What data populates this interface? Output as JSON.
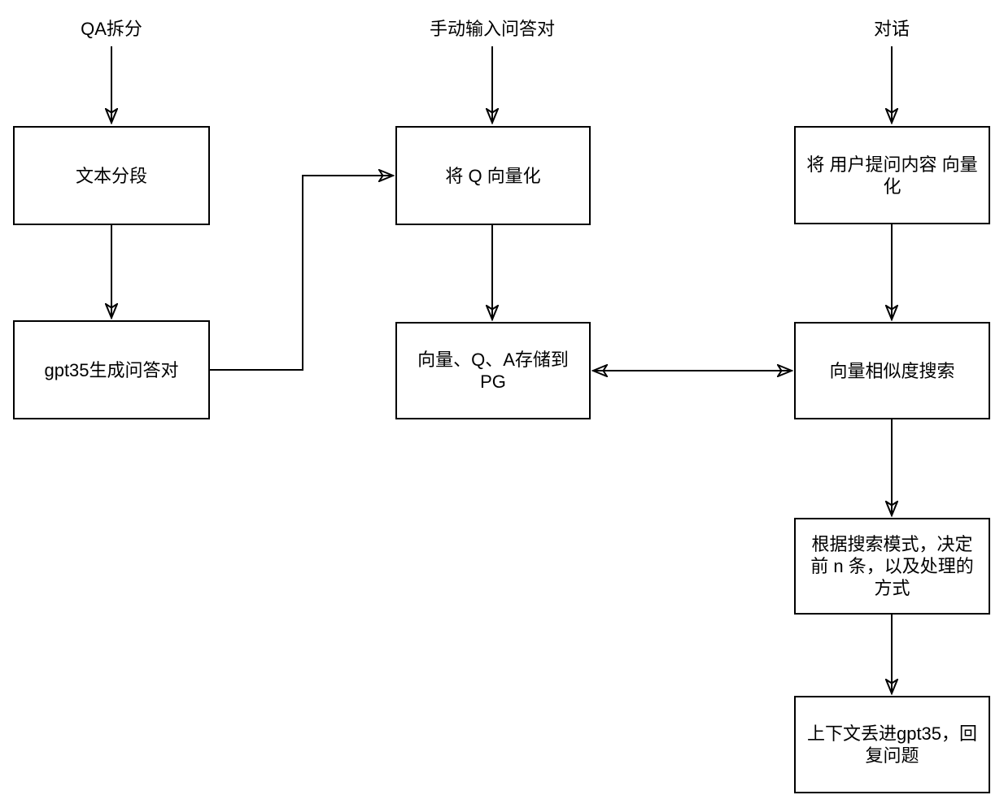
{
  "diagram": {
    "background_color": "#ffffff",
    "stroke_color": "#000000",
    "text_color": "#000000",
    "entry_labels": [
      {
        "id": "qa-split",
        "text": "QA拆分"
      },
      {
        "id": "manual-input",
        "text": "手动输入问答对"
      },
      {
        "id": "dialog",
        "text": "对话"
      }
    ],
    "nodes": [
      {
        "id": "text-segmentation",
        "text": "文本分段"
      },
      {
        "id": "gpt35-generate-qa",
        "text": "gpt35生成问答对"
      },
      {
        "id": "vectorize-q",
        "text": "将 Q 向量化"
      },
      {
        "id": "store-to-pg",
        "text": "向量、Q、A存储到\nPG"
      },
      {
        "id": "vectorize-user",
        "text": "将 用户提问内容 向量\n化"
      },
      {
        "id": "similarity-search",
        "text": "向量相似度搜索"
      },
      {
        "id": "search-mode",
        "text": "根据搜索模式，决定\n前 n 条，以及处理的\n方式"
      },
      {
        "id": "gpt35-answer",
        "text": "上下文丢进gpt35，回\n复问题"
      }
    ],
    "edges": [
      {
        "from": "label-qa-split",
        "to": "text-segmentation",
        "direction": "down"
      },
      {
        "from": "text-segmentation",
        "to": "gpt35-generate-qa",
        "direction": "down"
      },
      {
        "from": "gpt35-generate-qa",
        "to": "vectorize-q",
        "direction": "elbow-right-up-right"
      },
      {
        "from": "label-manual-input",
        "to": "vectorize-q",
        "direction": "down"
      },
      {
        "from": "vectorize-q",
        "to": "store-to-pg",
        "direction": "down"
      },
      {
        "from": "store-to-pg",
        "to": "similarity-search",
        "direction": "bidirectional-horizontal"
      },
      {
        "from": "label-dialog",
        "to": "vectorize-user",
        "direction": "down"
      },
      {
        "from": "vectorize-user",
        "to": "similarity-search",
        "direction": "down"
      },
      {
        "from": "similarity-search",
        "to": "search-mode",
        "direction": "down"
      },
      {
        "from": "search-mode",
        "to": "gpt35-answer",
        "direction": "down"
      }
    ]
  }
}
